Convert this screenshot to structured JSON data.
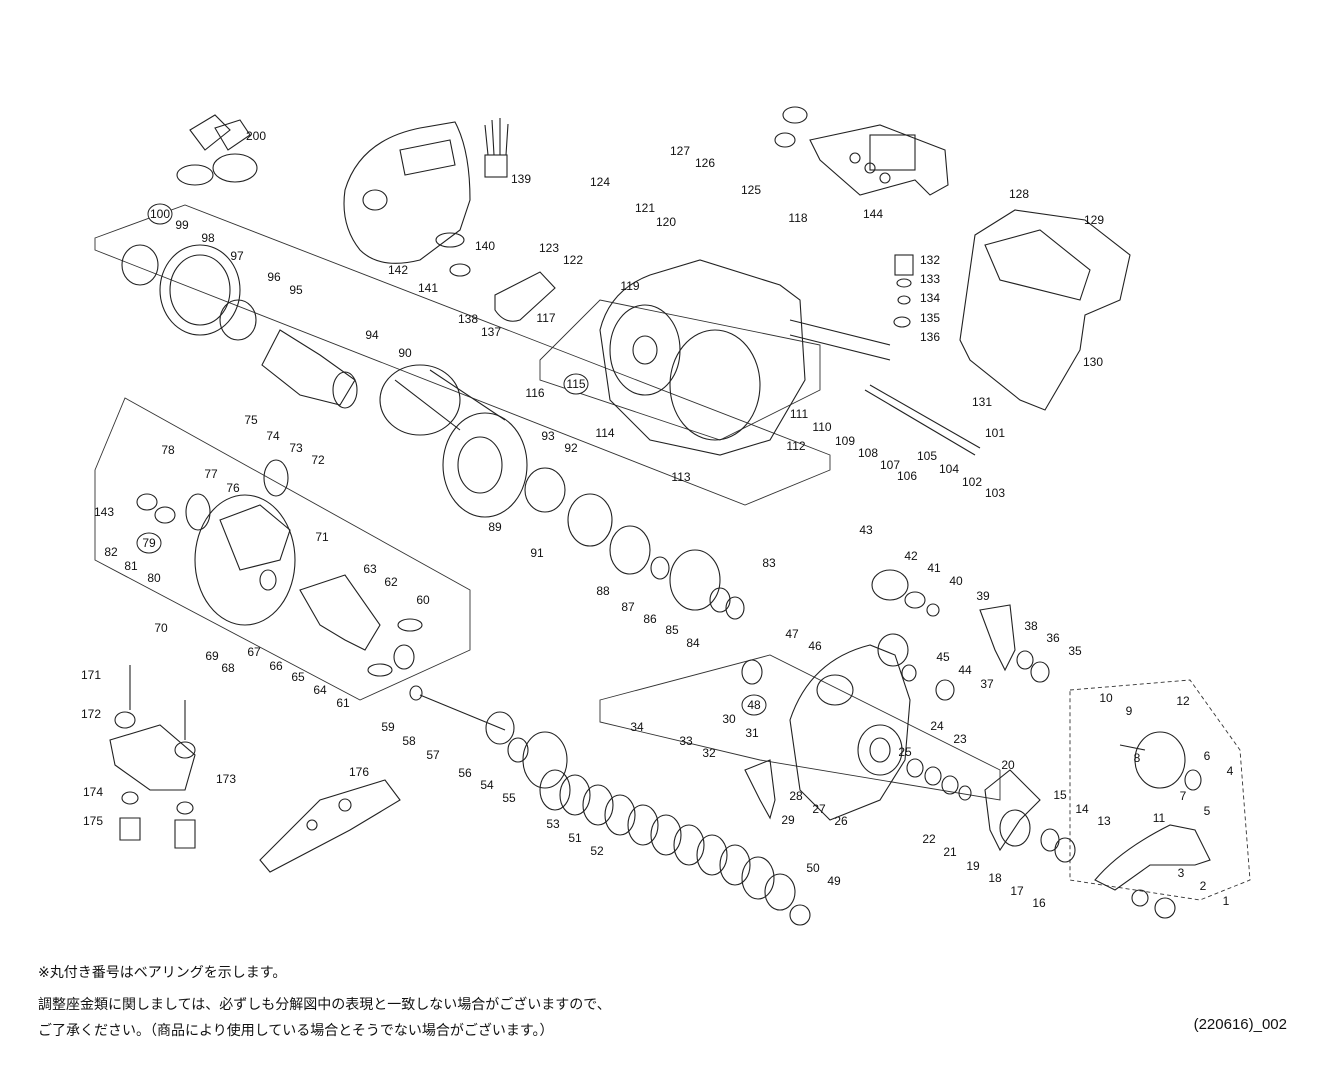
{
  "notes": {
    "bearing_note": "※丸付き番号はベアリングを示します。",
    "shim_note_line1": "調整座金類に関しましては、必ずしも分解図中の表現と一致しない場合がございますので、",
    "shim_note_line2": "ご了承ください。（商品により使用している場合とそうでない場合がございます。）"
  },
  "revision_code": "(220616)_002",
  "part_labels": [
    "200",
    "100",
    "99",
    "98",
    "97",
    "96",
    "95",
    "94",
    "93",
    "92",
    "91",
    "90",
    "89",
    "88",
    "87",
    "86",
    "85",
    "84",
    "83",
    "82",
    "81",
    "80",
    "79",
    "78",
    "77",
    "76",
    "75",
    "74",
    "73",
    "72",
    "71",
    "70",
    "69",
    "68",
    "67",
    "66",
    "65",
    "64",
    "63",
    "62",
    "61",
    "60",
    "59",
    "58",
    "57",
    "56",
    "55",
    "54",
    "53",
    "52",
    "51",
    "50",
    "49",
    "48",
    "47",
    "46",
    "45",
    "44",
    "43",
    "42",
    "41",
    "40",
    "39",
    "38",
    "37",
    "36",
    "35",
    "34",
    "33",
    "32",
    "31",
    "30",
    "29",
    "28",
    "27",
    "26",
    "25",
    "24",
    "23",
    "22",
    "21",
    "20",
    "19",
    "18",
    "17",
    "16",
    "15",
    "14",
    "13",
    "12",
    "11",
    "10",
    "9",
    "8",
    "7",
    "6",
    "5",
    "4",
    "3",
    "2",
    "1",
    "101",
    "102",
    "103",
    "104",
    "105",
    "106",
    "107",
    "108",
    "109",
    "110",
    "111",
    "112",
    "113",
    "114",
    "115",
    "116",
    "117",
    "118",
    "119",
    "120",
    "121",
    "122",
    "123",
    "124",
    "125",
    "126",
    "127",
    "128",
    "129",
    "130",
    "131",
    "132",
    "133",
    "134",
    "135",
    "136",
    "137",
    "138",
    "139",
    "140",
    "141",
    "142",
    "143",
    "144",
    "171",
    "172",
    "173",
    "174",
    "175",
    "176"
  ],
  "bearing_labels": [
    "100",
    "115",
    "79",
    "48"
  ]
}
